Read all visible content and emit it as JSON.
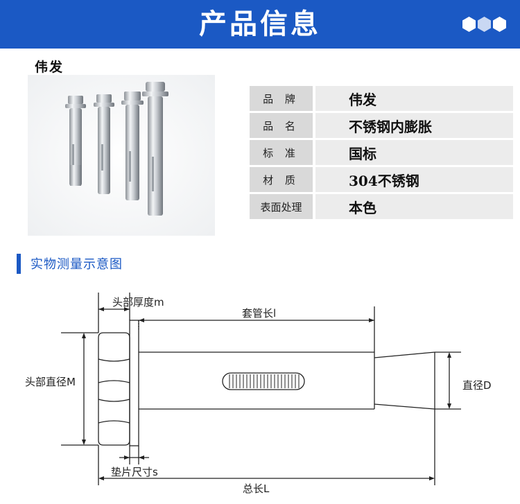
{
  "banner": {
    "title": "产品信息",
    "dot_colors": [
      "#ffffff",
      "#c9d8f3",
      "#ffffff"
    ]
  },
  "brand_header": "伟发",
  "product_photo": {
    "alt": "Four stainless steel sleeve anchor bolts with hex heads"
  },
  "specs": [
    {
      "key": "品 牌",
      "value": "伟发"
    },
    {
      "key": "品 名",
      "value": "不锈钢内膨胀"
    },
    {
      "key": "标 准",
      "value": "国标"
    },
    {
      "key": "材 质",
      "value": "304不锈钢"
    },
    {
      "key": "表面处理",
      "value": "本色"
    }
  ],
  "section": {
    "title": "实物测量示意图"
  },
  "diagram": {
    "labels": {
      "head_thickness": "头部厚度m",
      "sleeve_length": "套管长l",
      "head_diameter": "头部直径M",
      "diameter": "直径D",
      "washer_size": "垫片尺寸s",
      "total_length": "总长L"
    }
  },
  "colors": {
    "brand_blue": "#1b59c4",
    "label_gray": "#d9d9d9",
    "value_gray": "#ececec"
  }
}
